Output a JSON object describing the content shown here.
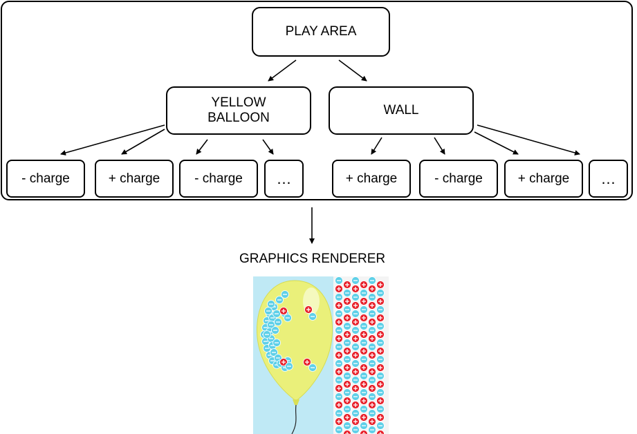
{
  "root": {
    "label": "PLAY AREA"
  },
  "objects": [
    {
      "label": "YELLOW\nBALLOON",
      "children": [
        "- charge",
        "+ charge",
        "- charge",
        "…"
      ]
    },
    {
      "label": "WALL",
      "children": [
        "+ charge",
        "- charge",
        "+ charge",
        "…"
      ]
    }
  ],
  "renderer": {
    "label": "GRAPHICS RENDERER"
  },
  "colors": {
    "sky": "#bfe9f5",
    "balloon": "#eaf07a",
    "wall": "#f4f4f4",
    "positive_charge": "#e8202a",
    "negative_charge": "#5fd0e8"
  }
}
